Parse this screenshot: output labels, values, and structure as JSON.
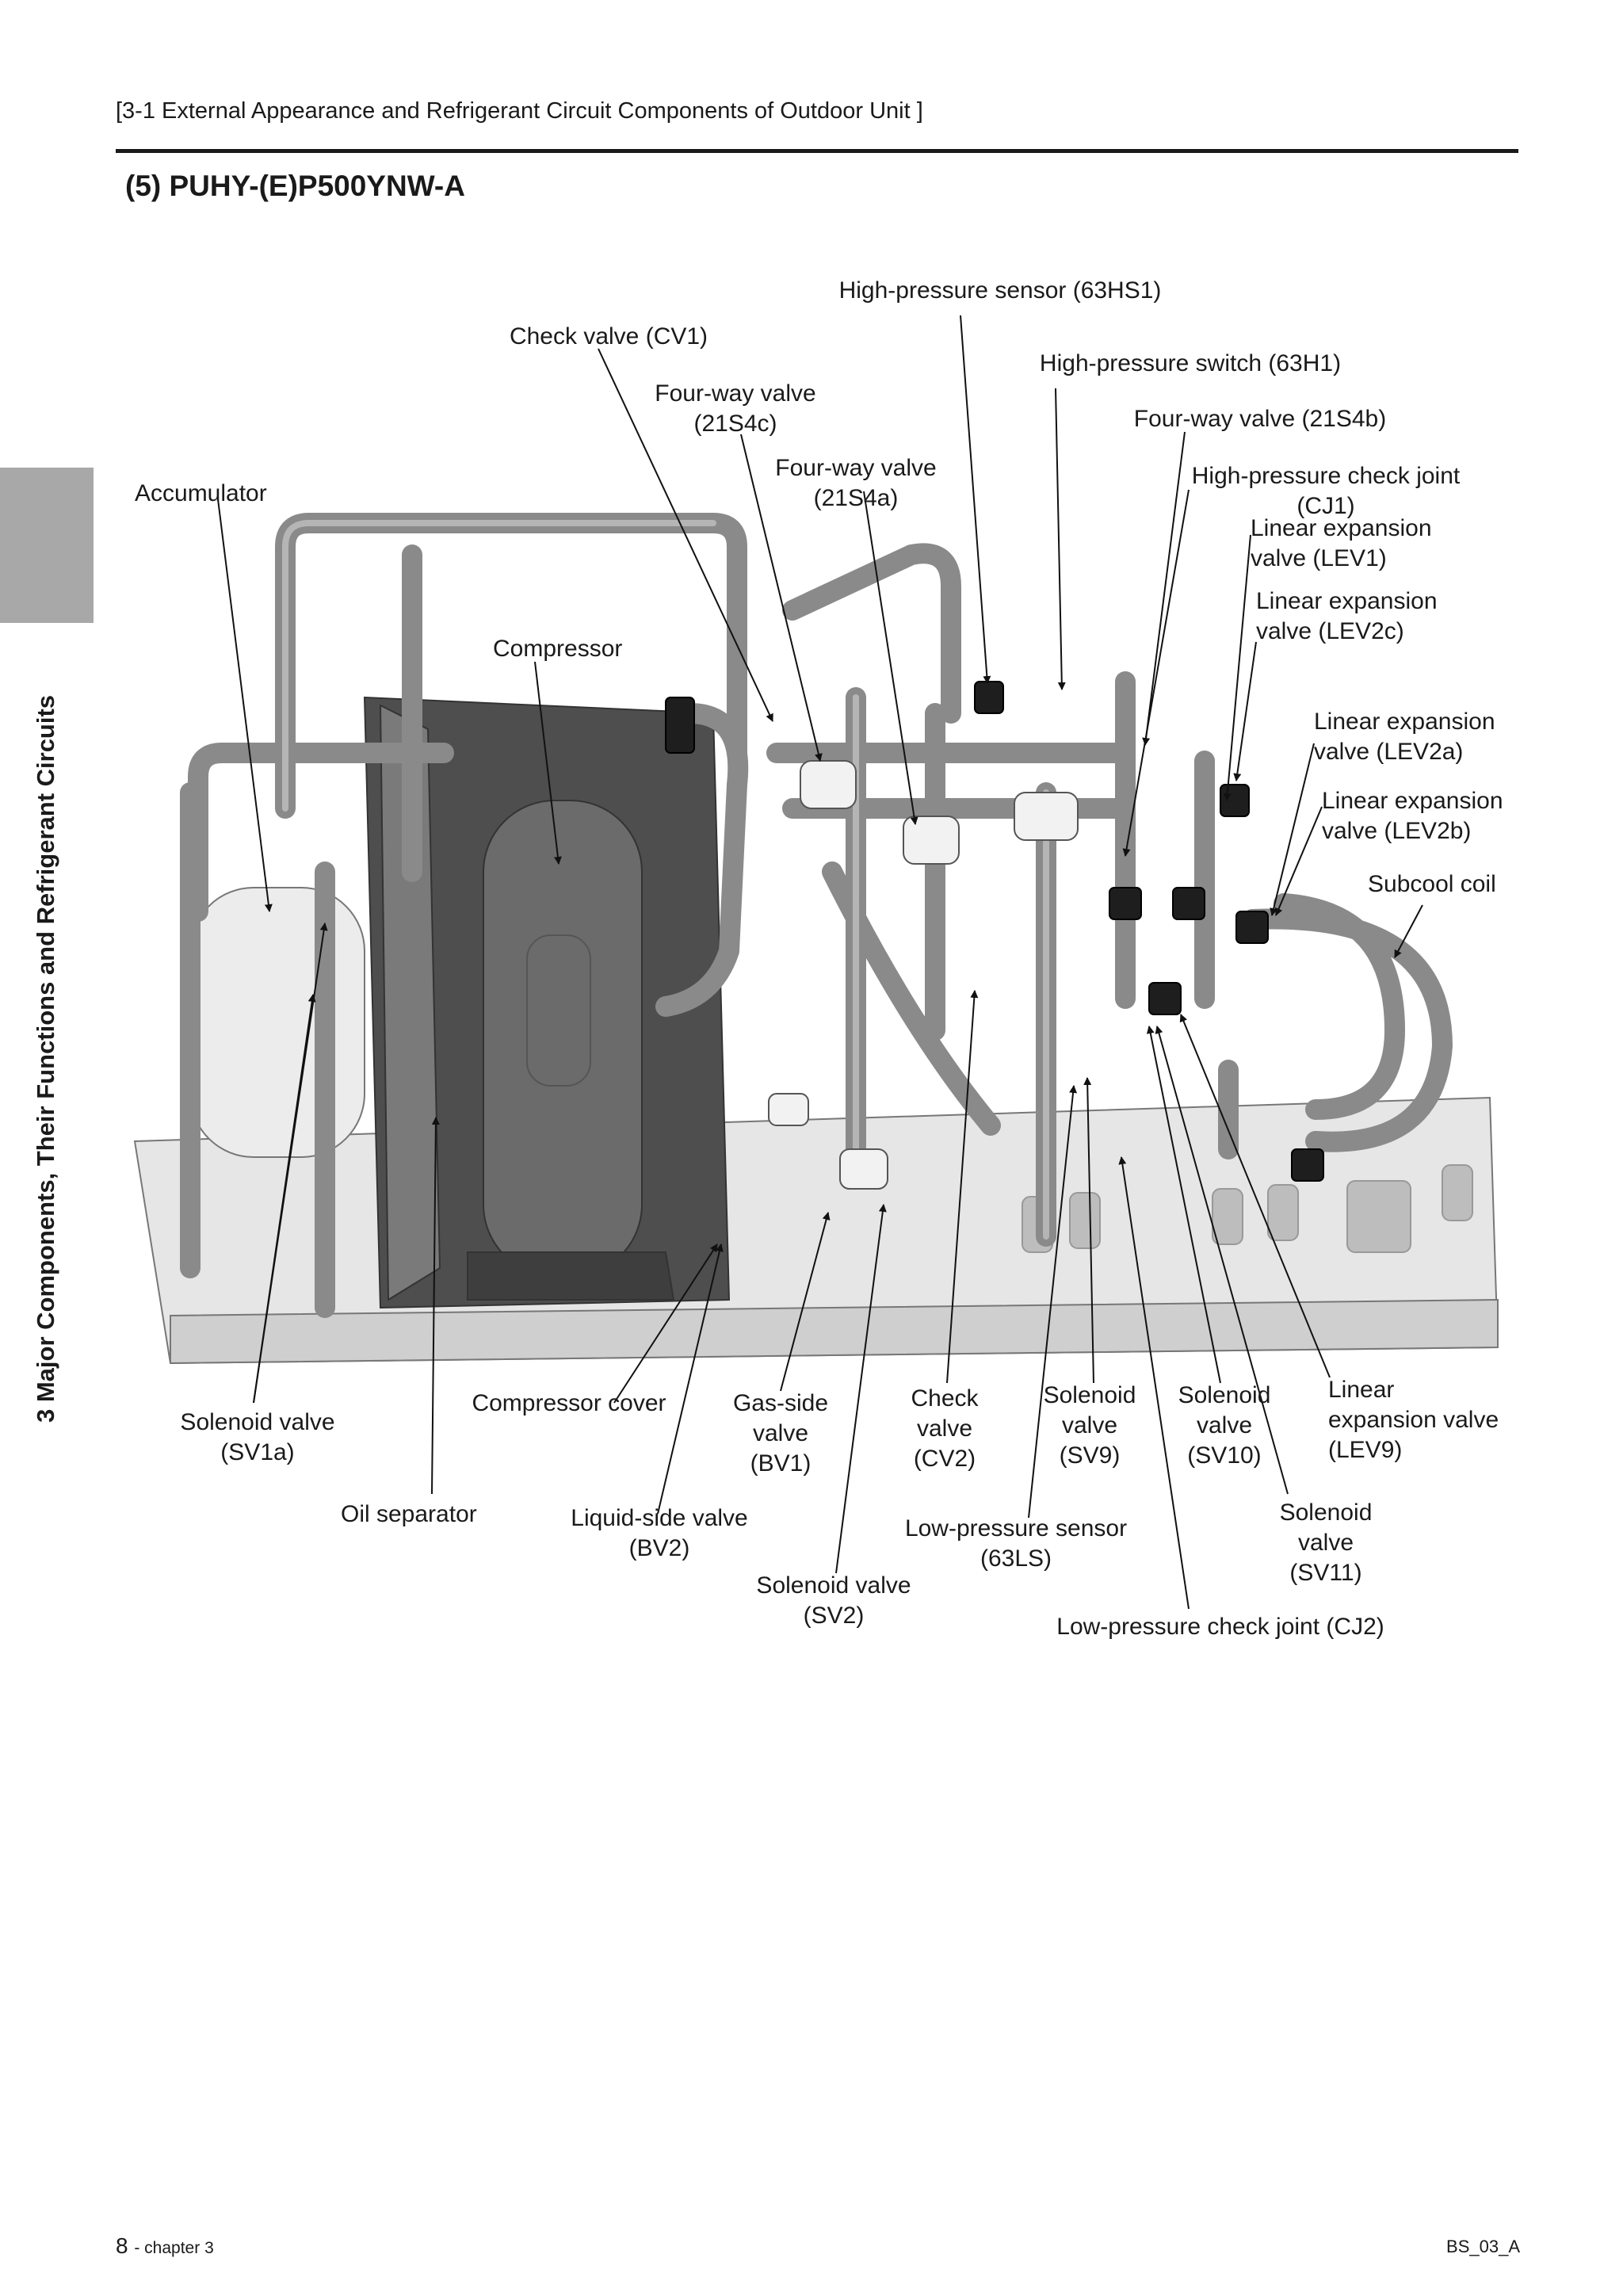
{
  "header": "[3-1 External Appearance and Refrigerant Circuit Components of Outdoor Unit ]",
  "title": "(5) PUHY-(E)P500YNW-A",
  "side_tab": "3 Major Components, Their Functions and Refrigerant Circuits",
  "labels": {
    "hps": "High-pressure sensor (63HS1)",
    "cv1": "Check valve (CV1)",
    "hpsw": "High-pressure switch (63H1)",
    "fw4c": "Four-way valve\n(21S4c)",
    "fw4b": "Four-way valve (21S4b)",
    "fw4a": "Four-way valve\n(21S4a)",
    "cj1": "High-pressure check joint (CJ1)",
    "acc": "Accumulator",
    "lev1": "Linear expansion\nvalve (LEV1)",
    "lev2c": "Linear expansion\nvalve (LEV2c)",
    "comp": "Compressor",
    "lev2a": "Linear expansion\nvalve (LEV2a)",
    "lev2b": "Linear expansion\nvalve (LEV2b)",
    "subcool": "Subcool coil",
    "sv1a": "Solenoid valve\n(SV1a)",
    "compcover": "Compressor cover",
    "bv1": "Gas-side\nvalve\n(BV1)",
    "cv2": "Check\nvalve\n(CV2)",
    "sv9": "Solenoid\nvalve\n(SV9)",
    "sv10": "Solenoid\nvalve\n(SV10)",
    "lev9": "Linear\nexpansion valve\n(LEV9)",
    "oilsep": "Oil separator",
    "bv2": "Liquid-side valve\n(BV2)",
    "lps": "Low-pressure sensor\n(63LS)",
    "sv11": "Solenoid\nvalve\n(SV11)",
    "sv2": "Solenoid valve\n(SV2)",
    "cj2": "Low-pressure check joint (CJ2)"
  },
  "footer": {
    "page_num": "8",
    "chapter": "- chapter 3",
    "code": "BS_03_A"
  }
}
